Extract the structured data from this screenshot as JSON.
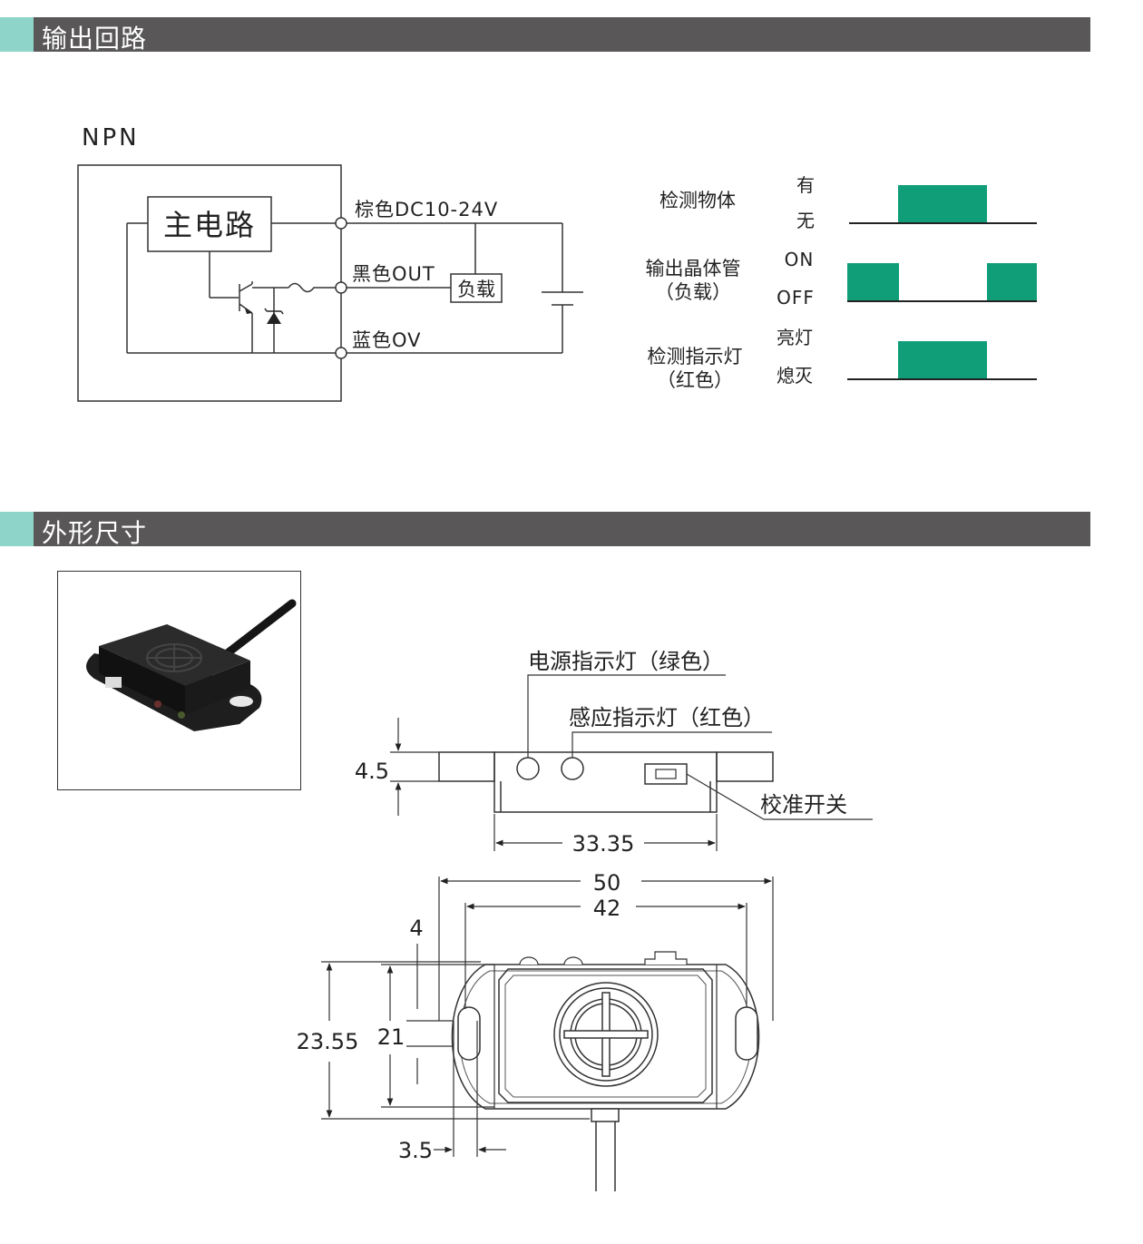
{
  "sections": {
    "output_circuit": {
      "title": "输出回路"
    },
    "dimensions": {
      "title": "外形尺寸"
    }
  },
  "circuit": {
    "type_label": "NPN",
    "main_circuit": "主电路",
    "brown_wire": "棕色DC10-24V",
    "black_wire": "黑色OUT",
    "blue_wire": "蓝色OV",
    "load": "负载"
  },
  "timing": {
    "rows": [
      {
        "label": "检测物体",
        "high": "有",
        "low": "无"
      },
      {
        "label_line1": "输出晶体管",
        "label_line2": "（负载）",
        "high": "ON",
        "low": "OFF"
      },
      {
        "label_line1": "检测指示灯",
        "label_line2": "（红色）",
        "high": "亮灯",
        "low": "熄灭"
      }
    ],
    "color": "#109e79"
  },
  "dimensions": {
    "power_led": "电源指示灯（绿色）",
    "sense_led": "感应指示灯（红色）",
    "calib_switch": "校准开关",
    "values": {
      "flange_h": "4.5",
      "body_w": "33.35",
      "total_w": "50",
      "hole_pitch": "42",
      "hole_d": "4",
      "total_h": "23.55",
      "body_h": "21",
      "hole_off": "3.5"
    }
  },
  "colors": {
    "header_bg": "#595757",
    "header_accent": "#8fd4c8",
    "timing_fill": "#109e79"
  }
}
